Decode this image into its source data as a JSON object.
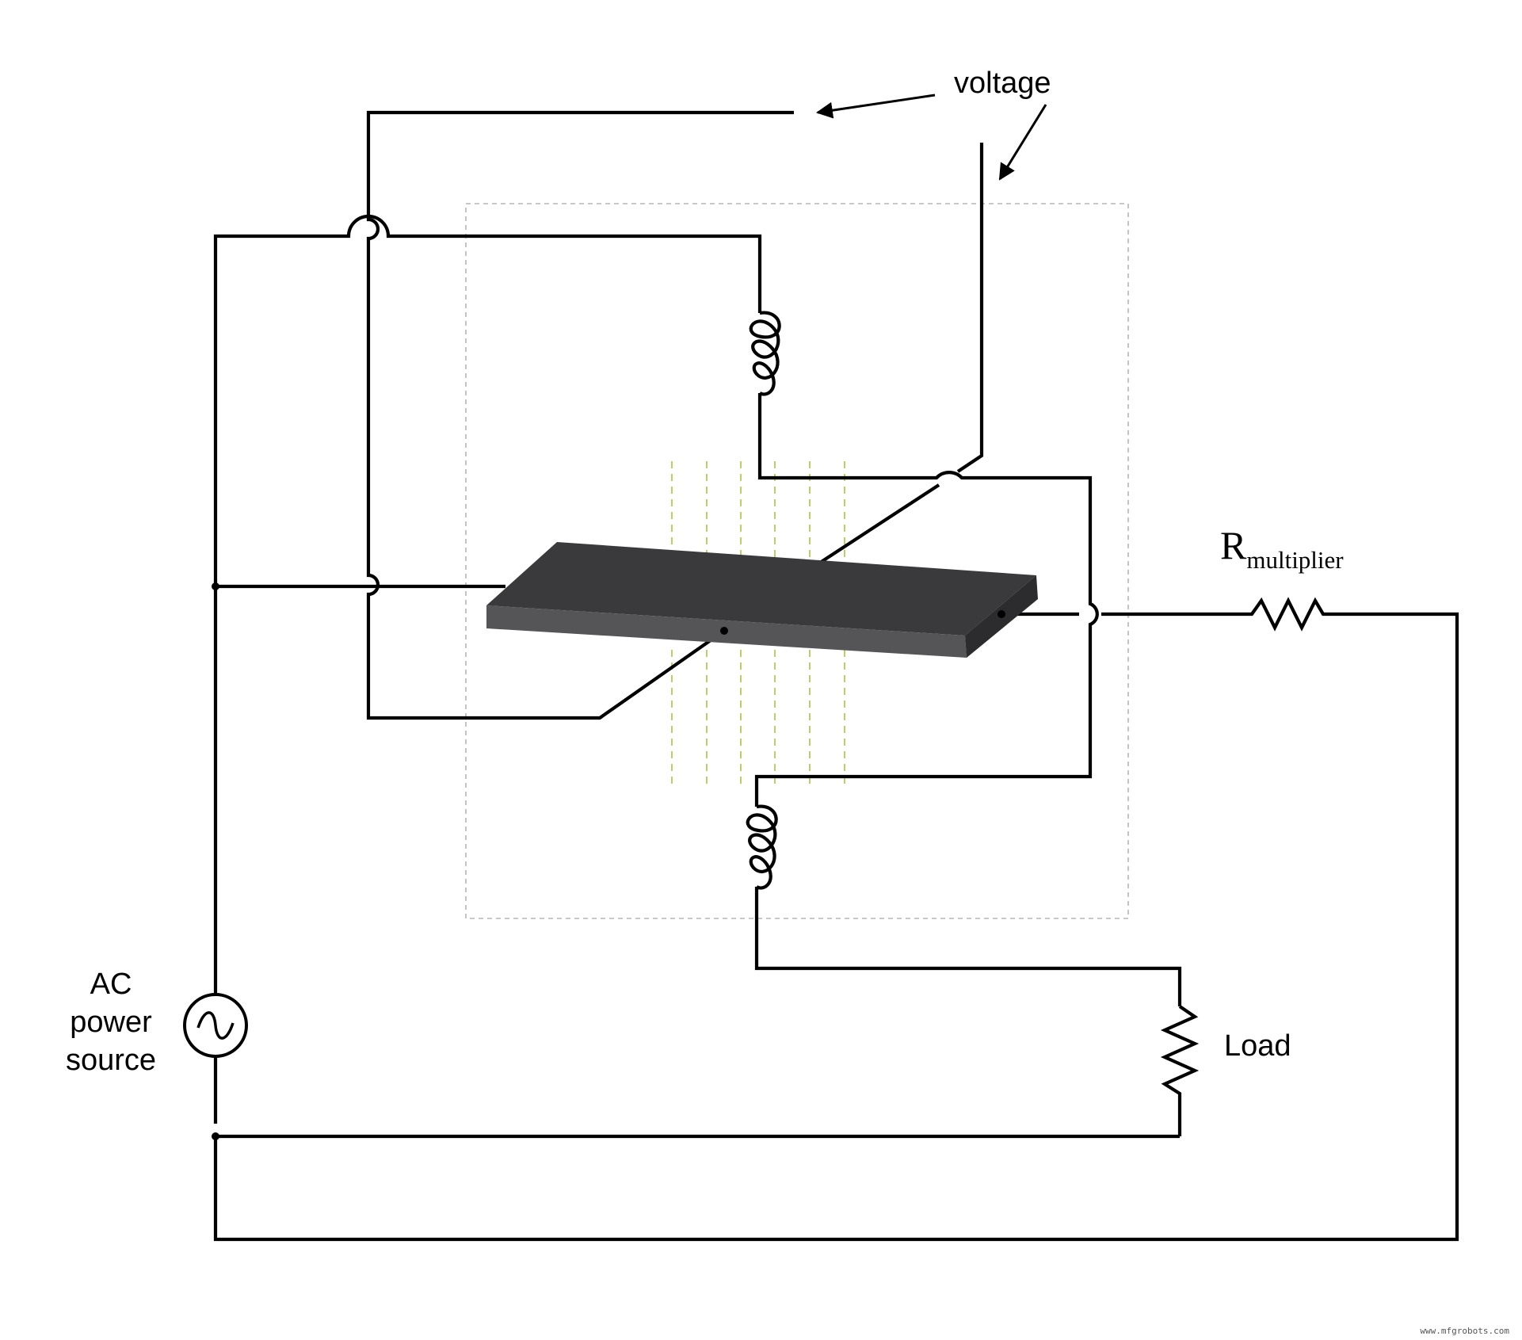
{
  "labels": {
    "voltage": "voltage",
    "r_main": "R",
    "r_sub": "multiplier",
    "load": "Load",
    "source_line1": "AC",
    "source_line2": "power",
    "source_line3": "source",
    "watermark": "www.mfgrobots.com"
  },
  "colors": {
    "wire": "#000000",
    "plate_top": "#3a3a3c",
    "plate_front": "#555557",
    "plate_side": "#2c2c2e",
    "field_lines": "#a9c24a",
    "sensor_box": "#b5b5b5"
  },
  "icons": {
    "source": "ac-sine-icon",
    "resistor": "zigzag-resistor-icon",
    "coil": "coil-inductor-icon",
    "arrow": "arrow-icon"
  }
}
